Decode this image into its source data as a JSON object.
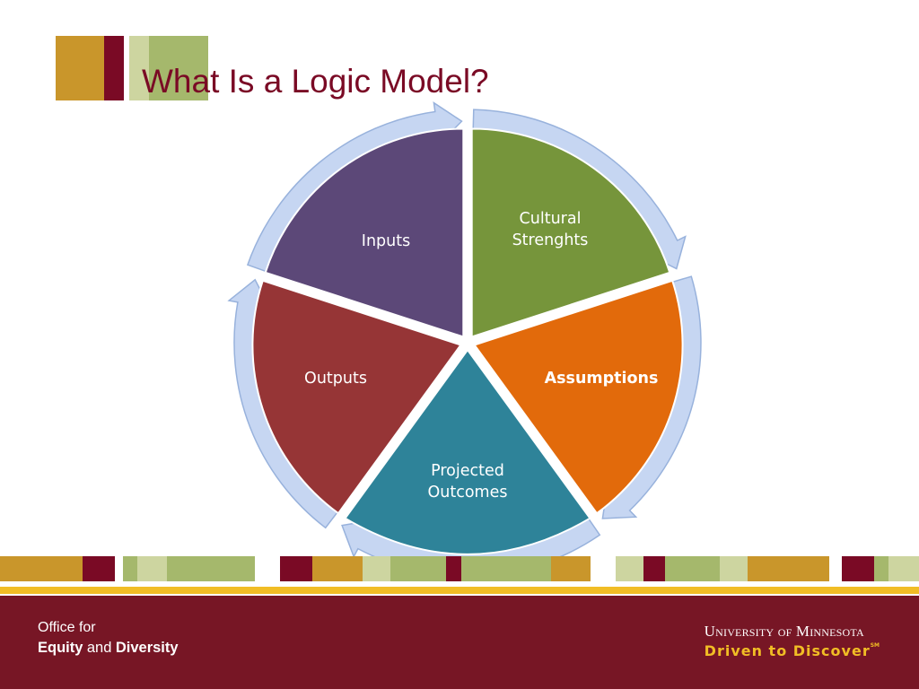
{
  "title": "What Is a Logic Model?",
  "diagram": {
    "segments": [
      {
        "id": "inputs",
        "label_lines": [
          "Inputs"
        ],
        "color": "#5c4878",
        "bold": false
      },
      {
        "id": "cultural-strengths",
        "label_lines": [
          "Cultural",
          "Strenghts"
        ],
        "color": "#76953b",
        "bold": false
      },
      {
        "id": "assumptions",
        "label_lines": [
          "Assumptions"
        ],
        "color": "#e26a0b",
        "bold": true
      },
      {
        "id": "projected-outcomes",
        "label_lines": [
          "Projected",
          "Outcomes"
        ],
        "color": "#2e8399",
        "bold": false
      },
      {
        "id": "outputs",
        "label_lines": [
          "Outputs"
        ],
        "color": "#963536",
        "bold": false
      }
    ],
    "arrow_color": "#c6d6f2",
    "arrow_edge_color": "#98b2dc"
  },
  "colors": {
    "maroon": "#7a0a25",
    "gold": "#c9962b",
    "light_green": "#cdd5a0",
    "green": "#a5b86c",
    "footer": "#771625",
    "accent_gold": "#f1bd25"
  },
  "footer": {
    "office_line1": "Office for",
    "office_word1": "Equity",
    "office_and": "and",
    "office_word2": "Diversity",
    "university": "University of Minnesota",
    "tagline": "Driven to Discover",
    "tagline_mark": "SM"
  }
}
